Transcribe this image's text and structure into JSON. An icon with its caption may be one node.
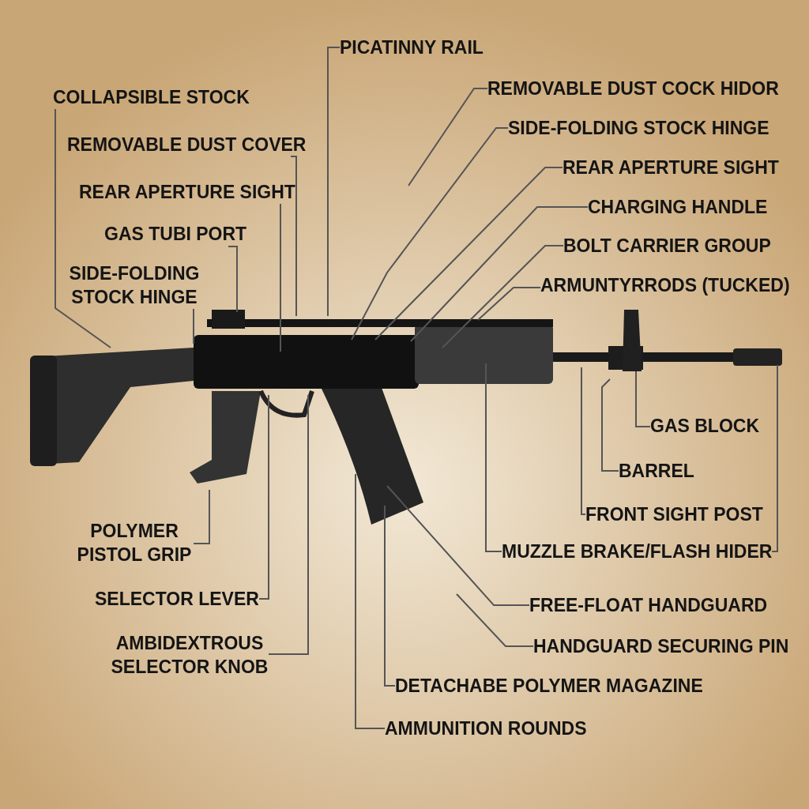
{
  "diagram": {
    "nodes": [
      {
        "text": [
          "PICATINNY RAIL"
        ]
      },
      {
        "text": [
          "COLLAPSIBLE STOCK"
        ]
      },
      {
        "text": [
          "REMOVABLE DUST COCK HIDOR"
        ]
      },
      {
        "text": [
          "REMOVABLE DUST COVER"
        ]
      },
      {
        "text": [
          "SIDE-FOLDING STOCK HINGE"
        ]
      },
      {
        "text": [
          "REAR APERTURE SIGHT"
        ]
      },
      {
        "text": [
          "REAR APERTURE SIGHT"
        ]
      },
      {
        "text": [
          "CHARGING HANDLE"
        ]
      },
      {
        "text": [
          "GAS TUBI PORT"
        ]
      },
      {
        "text": [
          "BOLT CARRIER GROUP"
        ]
      },
      {
        "text": [
          "SIDE-FOLDING STOCK HINGE"
        ]
      },
      {
        "text": [
          "ARMUNTYRRODS (TUCKED)"
        ]
      },
      {
        "text": [
          "GAS BLOCK"
        ]
      },
      {
        "text": [
          "BARREL"
        ]
      },
      {
        "text": [
          "FRONT SIGHT POST"
        ]
      },
      {
        "text": [
          "POLYMER PISTOL GRIP"
        ]
      },
      {
        "text": [
          "MUZZLE BRAKE/FLASH HIDER"
        ]
      },
      {
        "text": [
          "SELECTOR LEVER"
        ]
      },
      {
        "text": [
          "FREE-FLOAT HANDGUARD"
        ]
      },
      {
        "text": [
          "AMBIDEXTROUS SELECTOR KNOB"
        ]
      },
      {
        "text": [
          "HANDGUARD SECURING PIN"
        ]
      },
      {
        "text": [
          "DETACHABE POLYMER MAGAZINE"
        ]
      },
      {
        "text": [
          "AMMUNITION ROUNDS"
        ]
      }
    ],
    "edges": [
      {
        "from": 0,
        "to": null,
        "arrow": "none"
      },
      {
        "from": 1,
        "to": null,
        "arrow": "none"
      },
      {
        "from": 2,
        "to": null,
        "arrow": "none"
      },
      {
        "from": 3,
        "to": null,
        "arrow": "none"
      },
      {
        "from": 4,
        "to": null,
        "arrow": "none"
      },
      {
        "from": 5,
        "to": null,
        "arrow": "none"
      },
      {
        "from": 6,
        "to": null,
        "arrow": "none"
      },
      {
        "from": 7,
        "to": null,
        "arrow": "none"
      },
      {
        "from": 8,
        "to": null,
        "arrow": "none"
      },
      {
        "from": 9,
        "to": null,
        "arrow": "none"
      },
      {
        "from": 10,
        "to": null,
        "arrow": "none"
      },
      {
        "from": 11,
        "to": null,
        "arrow": "none"
      },
      {
        "from": 12,
        "to": null,
        "arrow": "none"
      },
      {
        "from": 13,
        "to": null,
        "arrow": "none"
      },
      {
        "from": 14,
        "to": null,
        "arrow": "none"
      },
      {
        "from": 15,
        "to": null,
        "arrow": "none"
      },
      {
        "from": 16,
        "to": null,
        "arrow": "none"
      },
      {
        "from": 16,
        "to": null,
        "arrow": "none"
      },
      {
        "from": 17,
        "to": null,
        "arrow": "none"
      },
      {
        "from": 18,
        "to": null,
        "arrow": "none"
      },
      {
        "from": 19,
        "to": null,
        "arrow": "none"
      },
      {
        "from": 20,
        "to": null,
        "arrow": "none"
      },
      {
        "from": 21,
        "to": null,
        "arrow": "none"
      },
      {
        "from": 22,
        "to": null,
        "arrow": "none"
      }
    ]
  }
}
